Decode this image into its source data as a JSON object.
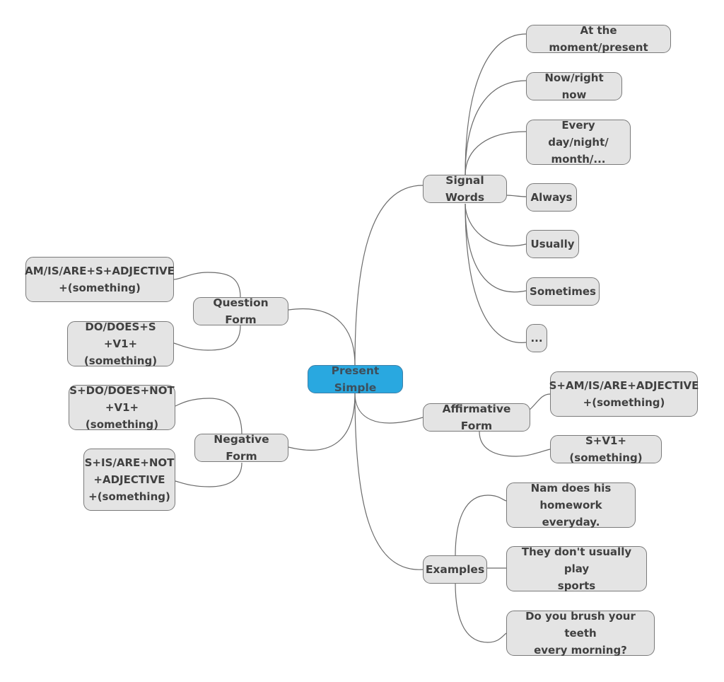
{
  "colors": {
    "root_fill": "#29a8e0",
    "node_fill": "#e4e4e4",
    "node_border": "#7a7a7a",
    "text": "#404040",
    "link": "#6b6b6b"
  },
  "root": {
    "label": "Present Simple"
  },
  "signal_words": {
    "label": "Signal Words",
    "items": [
      "At the moment/present",
      "Now/right now",
      "Every day/night/\nmonth/...",
      "Always",
      "Usually",
      "Sometimes",
      "..."
    ]
  },
  "question_form": {
    "label": "Question Form",
    "items": [
      "AM/IS/ARE+S+ADJECTIVE\n+(something)",
      "DO/DOES+S\n+V1+(something)"
    ]
  },
  "negative_form": {
    "label": "Negative Form",
    "items": [
      "S+DO/DOES+NOT\n+V1+(something)",
      "S+IS/ARE+NOT\n+ADJECTIVE\n+(something)"
    ]
  },
  "affirmative_form": {
    "label": "Affirmative Form",
    "items": [
      "S+AM/IS/ARE+ADJECTIVE\n+(something)",
      "S+V1+(something)"
    ]
  },
  "examples": {
    "label": "Examples",
    "items": [
      "Nam does his\nhomework everyday.",
      "They don't usually play\nsports",
      "Do you brush your teeth\nevery morning?"
    ]
  }
}
